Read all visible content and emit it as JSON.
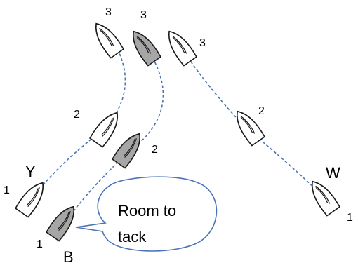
{
  "colors": {
    "yellow_boat_fill": "#ffffff",
    "blue_boat_fill": "#a6a6a6",
    "white_boat_fill": "#ffffff",
    "track": "#4a73b8",
    "callout_border": "#4a73b8"
  },
  "boats": {
    "yellow": {
      "name": "Y",
      "positions": [
        {
          "label": "1"
        },
        {
          "label": "2"
        },
        {
          "label": "3"
        }
      ]
    },
    "blue": {
      "name": "B",
      "positions": [
        {
          "label": "1"
        },
        {
          "label": "2"
        },
        {
          "label": "3"
        }
      ]
    },
    "white": {
      "name": "W",
      "positions": [
        {
          "label": "1"
        },
        {
          "label": "2"
        },
        {
          "label": "3"
        }
      ]
    }
  },
  "callout": {
    "line1": "Room to",
    "line2": "tack"
  }
}
